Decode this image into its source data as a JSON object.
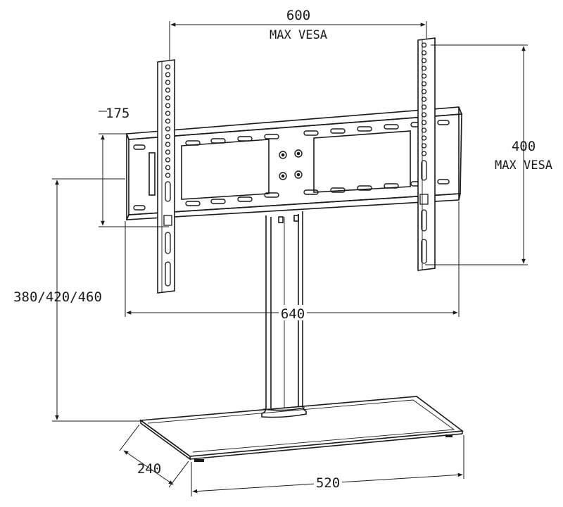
{
  "dimensions": {
    "vesa_width": "600",
    "vesa_width_label": "MAX VESA",
    "vesa_height": "400",
    "vesa_height_label": "MAX VESA",
    "bracket_offset": "175",
    "total_height": "380/420/460",
    "plate_width": "640",
    "base_depth": "240",
    "base_width": "520"
  },
  "colors": {
    "line": "#1a1a1a"
  }
}
